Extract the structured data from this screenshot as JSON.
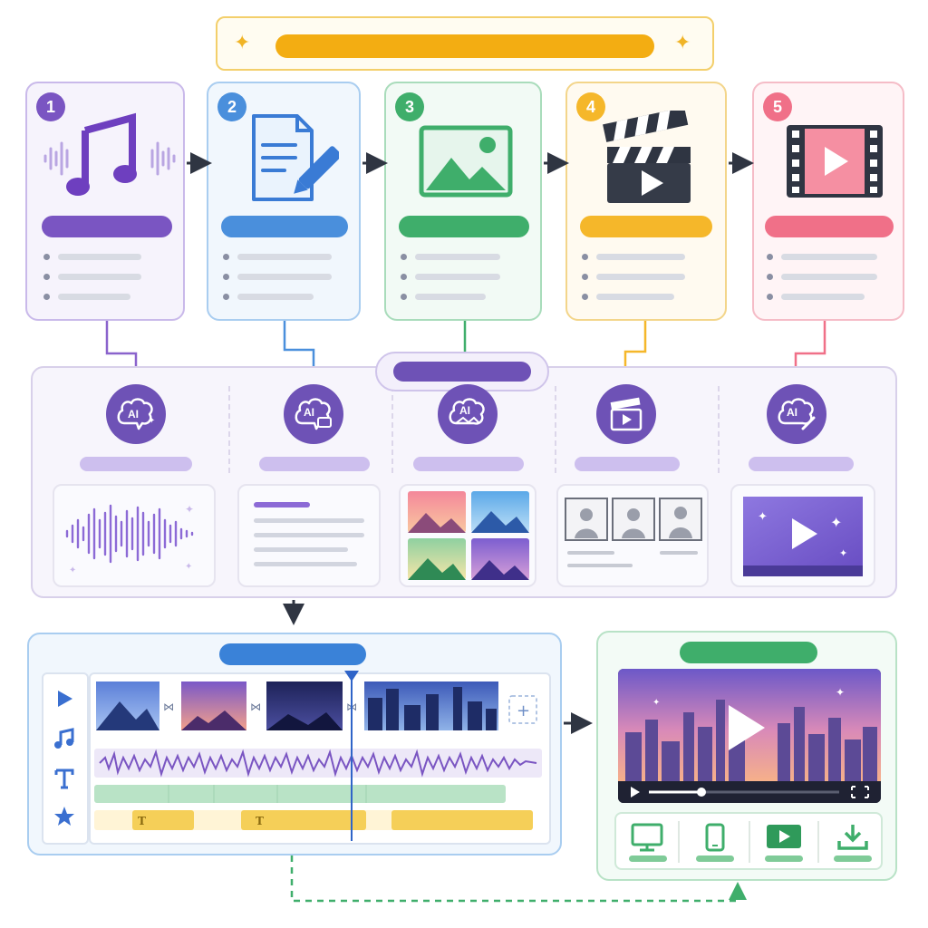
{
  "title": "",
  "steps": [
    {
      "number": "1",
      "label": "",
      "color": "#7a55c2",
      "bg": "#f6f3fc",
      "border": "#c9b9ea",
      "icon": "music-note-icon"
    },
    {
      "number": "2",
      "label": "",
      "color": "#4a8fdc",
      "bg": "#f1f7fd",
      "border": "#a9cdf0",
      "icon": "document-edit-icon"
    },
    {
      "number": "3",
      "label": "",
      "color": "#3fae6b",
      "bg": "#f2faf5",
      "border": "#a9dcbb",
      "icon": "image-icon"
    },
    {
      "number": "4",
      "label": "",
      "color": "#f5b72a",
      "bg": "#fffaf0",
      "border": "#f3d58a",
      "icon": "clapperboard-icon"
    },
    {
      "number": "5",
      "label": "",
      "color": "#f07088",
      "bg": "#fff4f6",
      "border": "#f5bcc7",
      "icon": "film-play-icon"
    }
  ],
  "ai_stage": {
    "label": "",
    "modules": [
      {
        "icon_text": "AI",
        "icon": "ai-brain-sparkle-icon",
        "output": "waveform-preview"
      },
      {
        "icon_text": "AI",
        "icon": "ai-brain-chat-icon",
        "output": "text-preview"
      },
      {
        "icon_text": "AI",
        "icon": "ai-brain-image-icon",
        "output": "image-grid-preview"
      },
      {
        "icon_text": "",
        "icon": "clapperboard-play-icon",
        "output": "storyboard-preview"
      },
      {
        "icon_text": "AI",
        "icon": "ai-brain-wand-icon",
        "output": "video-preview"
      }
    ]
  },
  "editor": {
    "label": "",
    "track_icons": [
      "play-icon",
      "music-icon",
      "text-icon",
      "star-icon"
    ],
    "text_clip_glyph": "T"
  },
  "output": {
    "label": "",
    "targets": [
      "desktop-icon",
      "mobile-icon",
      "video-play-icon",
      "download-icon"
    ]
  }
}
